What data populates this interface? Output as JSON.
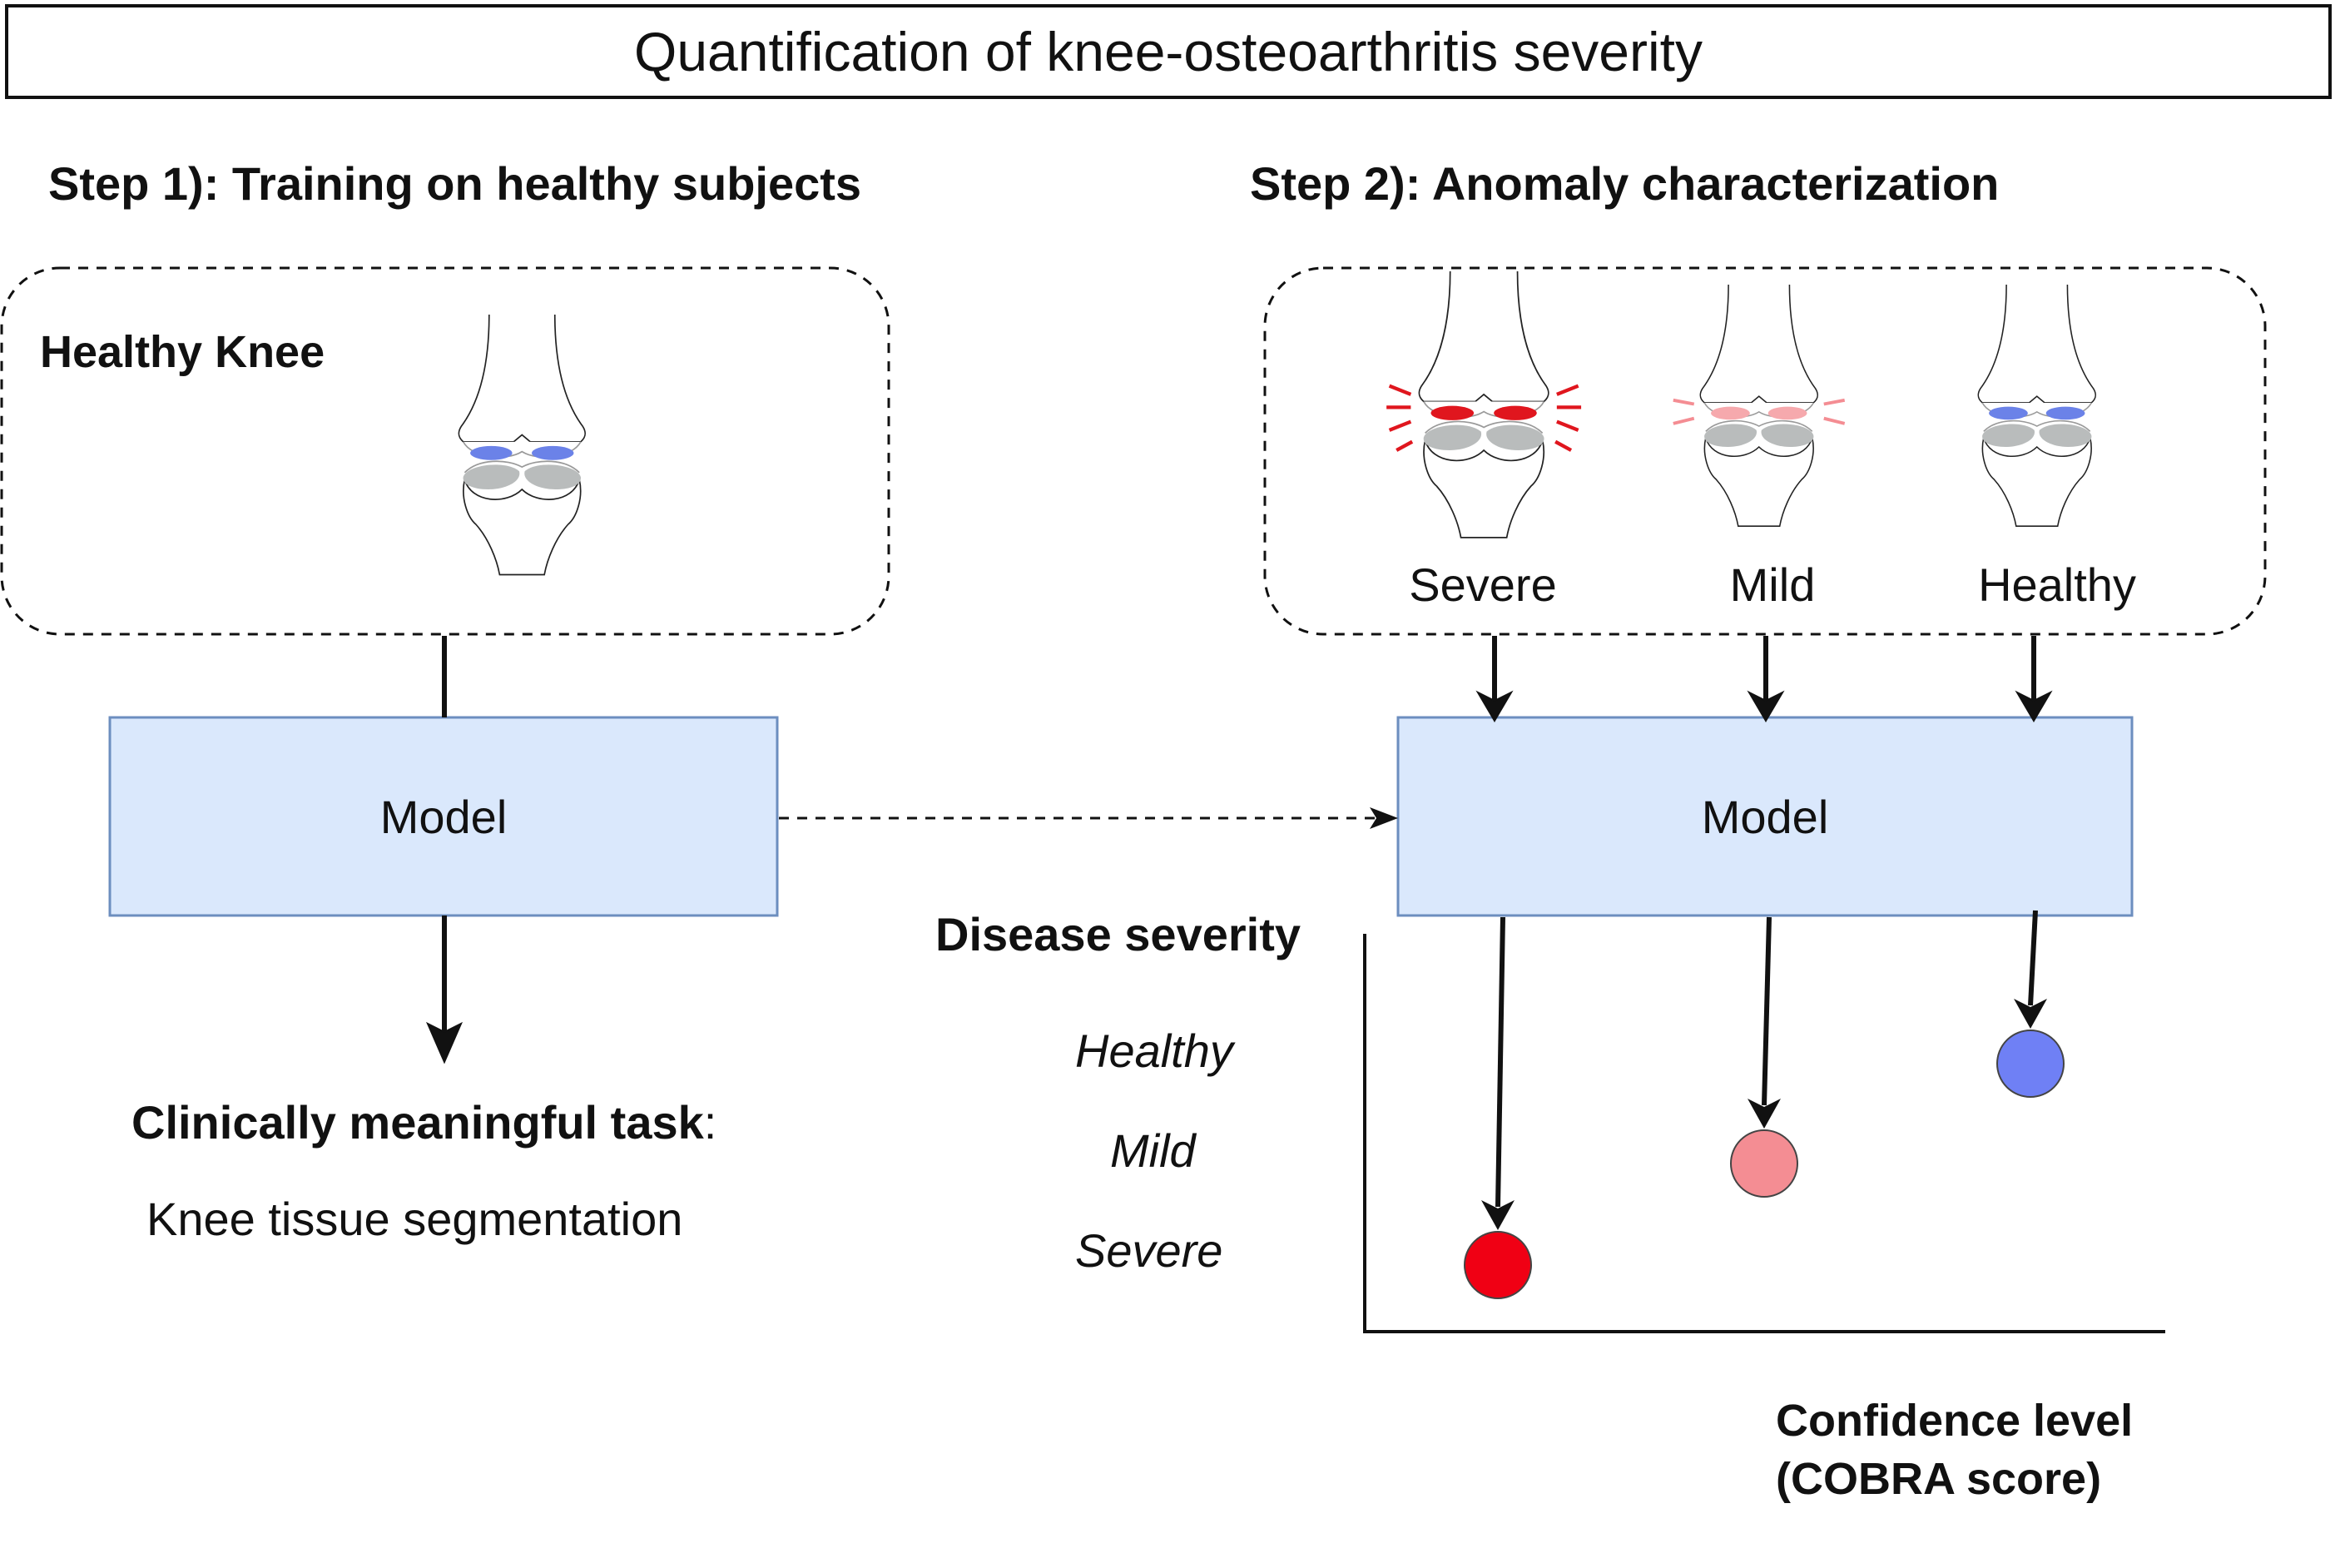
{
  "title": "Quantification of knee-osteoarthritis severity",
  "step1": {
    "heading": "Step 1): Training on healthy subjects",
    "box_label": "Healthy Knee",
    "model_label": "Model",
    "task_title": "Clinically meaningful task",
    "task_colon": ":",
    "task_text": "Knee tissue segmentation"
  },
  "step2": {
    "heading": "Step 2): Anomaly characterization",
    "knees": [
      {
        "label": "Severe",
        "cartilage_color": "#e0161e",
        "mark_color": "#e0161e"
      },
      {
        "label": "Mild",
        "cartilage_color": "#f6a9ad",
        "mark_color": "#f48d93"
      },
      {
        "label": "Healthy",
        "cartilage_color": "#6b82e8",
        "mark_color": ""
      }
    ],
    "model_label": "Model"
  },
  "chart_data": {
    "type": "scatter",
    "ylabel": "Disease severity",
    "xlabel": "Confidence level",
    "xlabel_line2": "(COBRA score)",
    "y_ticks": [
      "Healthy",
      "Mild",
      "Severe"
    ],
    "points": [
      {
        "input": "Severe",
        "y": "Severe",
        "color": "#f00014"
      },
      {
        "input": "Mild",
        "y": "Mild",
        "color": "#f48d93"
      },
      {
        "input": "Healthy",
        "y": "Healthy",
        "color": "#6f80f5"
      }
    ]
  },
  "colors": {
    "model_fill": "#dae8fc",
    "model_stroke": "#6c8ebf",
    "bone_gray": "#b9bcbc",
    "healthy_cartilage": "#6b82e8"
  }
}
